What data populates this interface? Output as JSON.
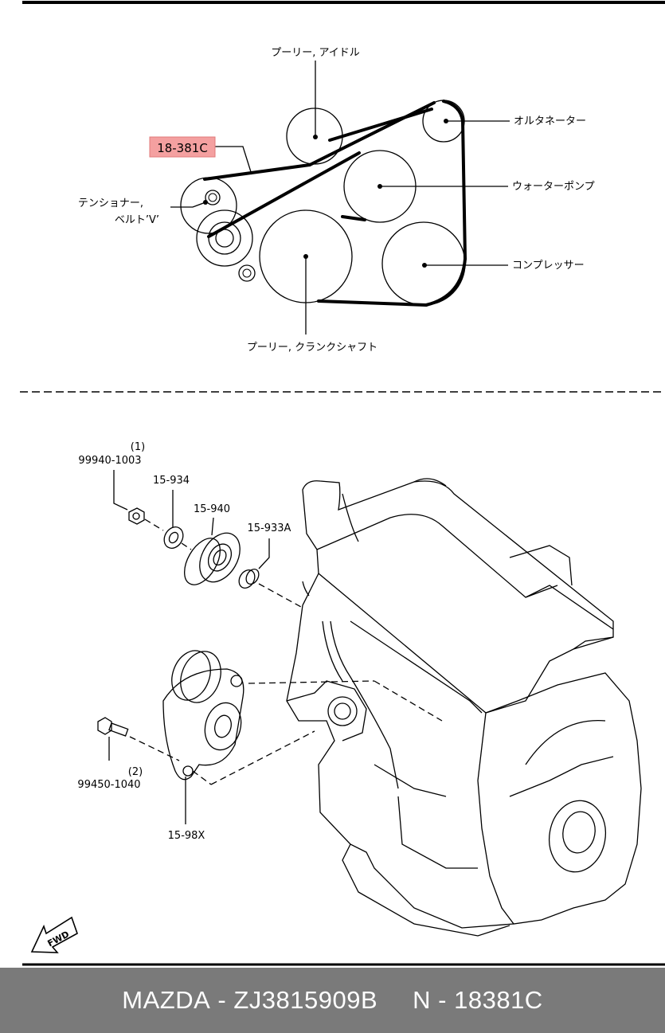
{
  "belt_diagram": {
    "highlight_part": "18-381C",
    "labels": {
      "idler_pulley": "プーリー, アイドル",
      "alternator": "オルタネーター",
      "water_pump": "ウォーターポンプ",
      "tensioner_line1": "テンショナー,",
      "tensioner_line2": "ベルト’V’",
      "compressor": "コンプレッサー",
      "crankshaft_pulley": "プーリー, クランクシャフト"
    },
    "highlight_color": "#f4a0a0"
  },
  "exploded_view": {
    "parts": {
      "nut_qty": "(1)",
      "nut": "99940-1003",
      "washer": "15-934",
      "idler": "15-940",
      "spacer": "15-933A",
      "bolt_qty": "(2)",
      "bolt": "99450-1040",
      "tensioner": "15-98X"
    },
    "fwd_label": "FWD"
  },
  "footer": {
    "brand": "MAZDA",
    "part_number": "ZJ3815909B",
    "code": "N - 18381C"
  }
}
